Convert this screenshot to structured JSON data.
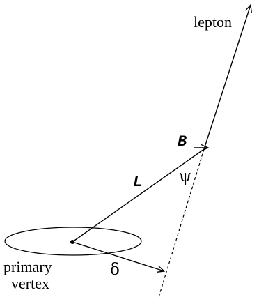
{
  "labels": {
    "lepton": "lepton",
    "b": "B",
    "l": "L",
    "psi": "ψ",
    "delta": "δ",
    "primary_line1": "primary",
    "primary_line2": "vertex"
  },
  "colors": {
    "ink": "#000000",
    "background": "#ffffff"
  }
}
